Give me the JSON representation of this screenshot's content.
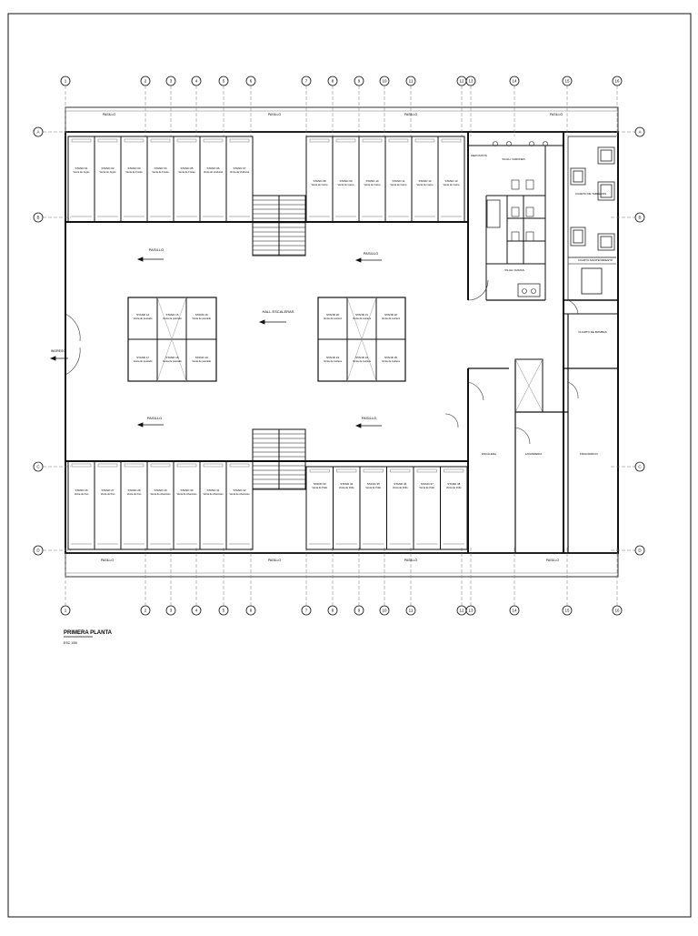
{
  "sheet": {
    "title": "PRIMERA PLANTA",
    "scale": "ESC 1/50"
  },
  "grid": {
    "columns": [
      "1",
      "2",
      "3",
      "4",
      "5",
      "6",
      "7",
      "8",
      "9",
      "10",
      "11",
      "12",
      "13",
      "14",
      "15",
      "16"
    ],
    "rows": [
      "A",
      "B",
      "C",
      "D"
    ]
  },
  "labels": {
    "hall": "HALL ESCALERAS",
    "pasillo": "PASILLO",
    "ingreso": "INGRESO",
    "depositos": "DEPOSITOS",
    "ss_hh_varones": "SS.HH. VARONES",
    "ss_hh_damas": "SS.HH. DAMAS",
    "cuarto_de_tableros": "CUARTO DE TABLEROS",
    "cuarto_de_mantenimiento": "CUARTO MANTENIMIENTO",
    "cuarto_de_bombas": "CUARTO DE BOMBAS",
    "lavanderia": "LAVANDERIA",
    "frigorifico": "FRIGORIFICO",
    "escalera": "ESCALERA",
    "pasillo_top": "PASILLO"
  },
  "stands_top_left": [
    {
      "name": "STAND 01",
      "use": "Venta de Jugos"
    },
    {
      "name": "STAND 02",
      "use": "Venta de Jugos"
    },
    {
      "name": "STAND 03",
      "use": "Venta de Frutas"
    },
    {
      "name": "STAND 04",
      "use": "Venta de Frutas"
    },
    {
      "name": "STAND 05",
      "use": "Venta de Frutas"
    },
    {
      "name": "STAND 06",
      "use": "Venta de Verduras"
    },
    {
      "name": "STAND 07",
      "use": "Venta de Verduras"
    }
  ],
  "stands_top_right": [
    {
      "name": "STAND 08",
      "use": "Venta de Carne"
    },
    {
      "name": "STAND 09",
      "use": "Venta de Carne"
    },
    {
      "name": "STAND 10",
      "use": "Venta de Carne"
    },
    {
      "name": "STAND 11",
      "use": "Venta de Carne"
    },
    {
      "name": "STAND 12",
      "use": "Venta de Carne"
    },
    {
      "name": "STAND 13",
      "use": "Venta de Carne"
    }
  ],
  "stands_center_left": [
    {
      "name": "STAND 14",
      "use": "Venta de pescado"
    },
    {
      "name": "STAND 15",
      "use": "Venta de pescado"
    },
    {
      "name": "STAND 16",
      "use": "Venta de pescado"
    },
    {
      "name": "STAND 17",
      "use": "Venta de pescado"
    },
    {
      "name": "STAND 18",
      "use": "Venta de pescado"
    },
    {
      "name": "STAND 19",
      "use": "Venta de pescado"
    }
  ],
  "stands_center_right": [
    {
      "name": "STAND 20",
      "use": "Venta de Lacteos"
    },
    {
      "name": "STAND 21",
      "use": "Venta de Lacteos"
    },
    {
      "name": "STAND 22",
      "use": "Venta de Lacteos"
    },
    {
      "name": "STAND 23",
      "use": "Venta de Lacteos"
    },
    {
      "name": "STAND 24",
      "use": "Venta de Lacteos"
    },
    {
      "name": "STAND 25",
      "use": "Venta de Lacteos"
    }
  ],
  "stands_bottom_left": [
    {
      "name": "STAND 26",
      "use": "Venta de Pan"
    },
    {
      "name": "STAND 27",
      "use": "Venta de Pan"
    },
    {
      "name": "STAND 28",
      "use": "Venta de Pan"
    },
    {
      "name": "STAND 29",
      "use": "Venta de Abarrotes"
    },
    {
      "name": "STAND 30",
      "use": "Venta de Abarrotes"
    },
    {
      "name": "STAND 31",
      "use": "Venta de Abarrotes"
    },
    {
      "name": "STAND 32",
      "use": "Venta de Abarrotes"
    }
  ],
  "stands_bottom_right": [
    {
      "name": "STAND 33",
      "use": "Venta de Pollo"
    },
    {
      "name": "STAND 34",
      "use": "Venta de Pollo"
    },
    {
      "name": "STAND 35",
      "use": "Venta de Pollo"
    },
    {
      "name": "STAND 36",
      "use": "Venta de Pollo"
    },
    {
      "name": "STAND 37",
      "use": "Venta de Pollo"
    },
    {
      "name": "STAND 38",
      "use": "Venta de Pollo"
    }
  ],
  "colors": {
    "line": "#111111",
    "thin": "#444444",
    "grid": "#777777",
    "hatch": "#888888"
  }
}
